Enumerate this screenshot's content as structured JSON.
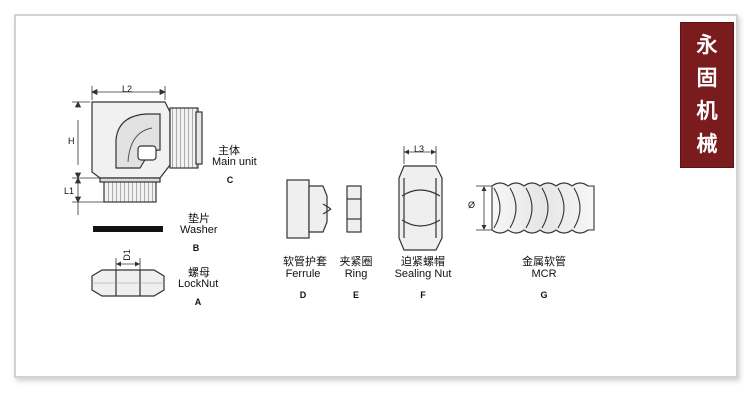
{
  "brand": {
    "chars": [
      "永",
      "固",
      "机",
      "械"
    ],
    "color": "#7a1c1e"
  },
  "dimensions": {
    "l2": "L2",
    "h": "H",
    "l1": "L1",
    "d1": "D1",
    "l3": "L3",
    "phi": "Ø"
  },
  "parts": {
    "main_unit": {
      "cn": "主体",
      "en": "Main unit",
      "code": "C"
    },
    "washer": {
      "cn": "垫片",
      "en": "Washer",
      "code": "B"
    },
    "locknut": {
      "cn": "螺母",
      "en": "LockNut",
      "code": "A"
    },
    "ferrule": {
      "cn": "软管护套",
      "en": "Ferrule",
      "code": "D"
    },
    "ring": {
      "cn": "夹紧圈",
      "en": "Ring",
      "code": "E"
    },
    "sealing_nut": {
      "cn": "迫紧螺帽",
      "en": "Sealing Nut",
      "code": "F"
    },
    "mcr": {
      "cn": "金属软管",
      "en": "MCR",
      "code": "G"
    }
  }
}
